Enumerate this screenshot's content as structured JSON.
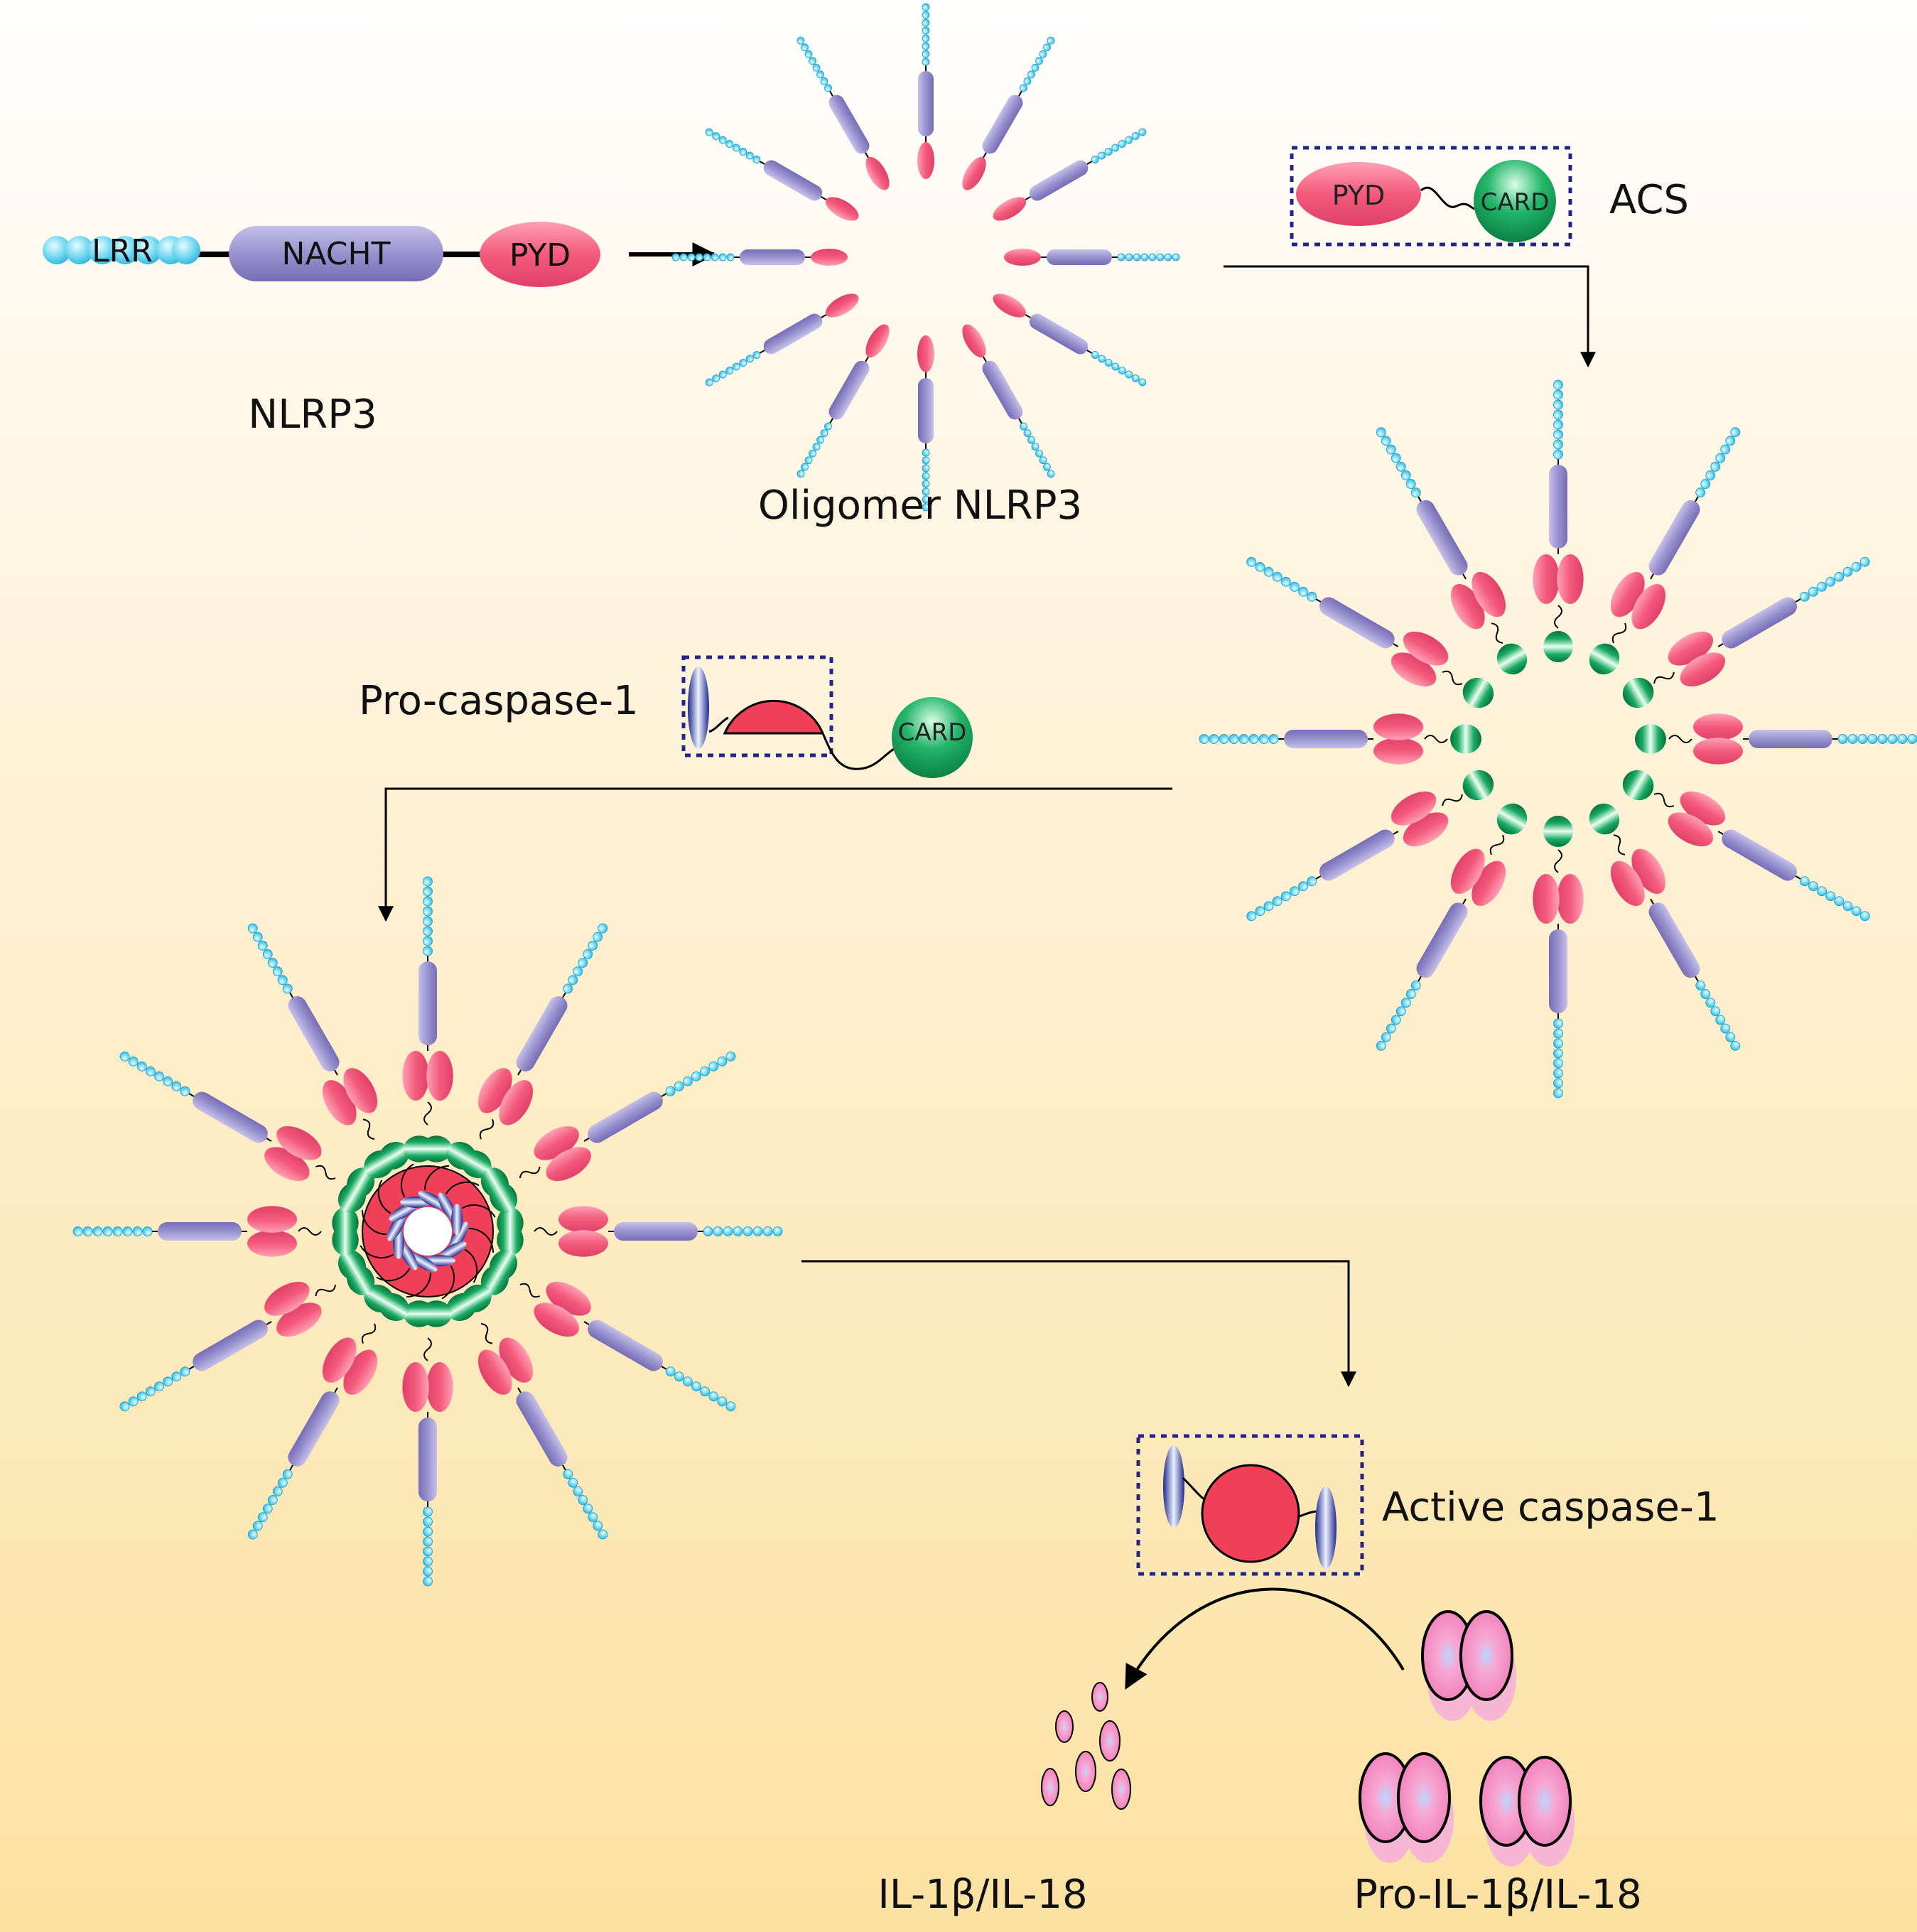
{
  "labels": {
    "lrr": "LRR",
    "nacht": "NACHT",
    "pyd": "PYD",
    "nlrp3": "NLRP3",
    "oligomer": "Oligomer NLRP3",
    "asc_pyd": "PYD",
    "asc_card": "CARD",
    "asc": "ACS",
    "pro_caspase": "Pro-caspase-1",
    "pro_caspase_card": "CARD",
    "active_caspase": "Active caspase-1",
    "il": "IL-1β/IL-18",
    "pro_il": "Pro-IL-1β/IL-18"
  },
  "colors": {
    "lrr": "#5fd0ec",
    "nacht": "#9b93cc",
    "pyd": "#f0607e",
    "card": "#0f9a55",
    "caspase": "#ef4058",
    "dotted_box": "#24248e"
  }
}
